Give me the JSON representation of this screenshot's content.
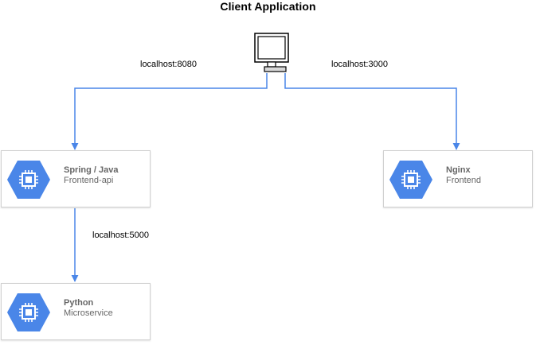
{
  "diagram": {
    "title": "Client Application",
    "nodes": {
      "spring": {
        "name": "Spring / Java",
        "subtitle": "Frontend-api",
        "icon": "compute-engine-icon"
      },
      "nginx": {
        "name": "Nginx",
        "subtitle": "Frontend",
        "icon": "compute-engine-icon"
      },
      "python": {
        "name": "Python",
        "subtitle": "Microservice",
        "icon": "compute-engine-icon"
      }
    },
    "client_icon": "computer-monitor-icon",
    "edges": [
      {
        "from": "client",
        "to": "spring",
        "label": "localhost:8080"
      },
      {
        "from": "client",
        "to": "nginx",
        "label": "localhost:3000"
      },
      {
        "from": "spring",
        "to": "python",
        "label": "localhost:5000"
      }
    ],
    "colors": {
      "edge": "#4a86e8",
      "hexagon": "#4a86e8",
      "chip": "#ffffff"
    }
  }
}
